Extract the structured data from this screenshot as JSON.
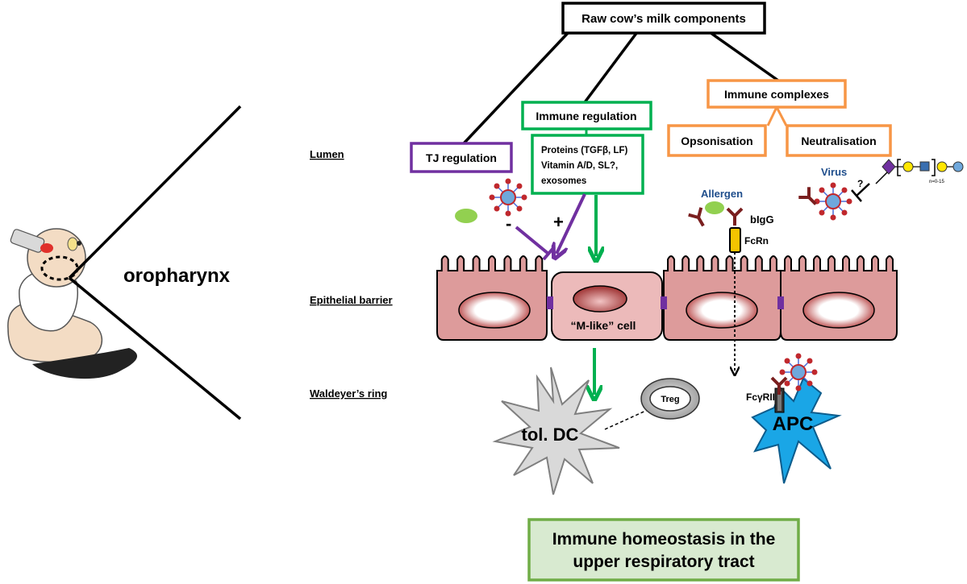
{
  "top_box": "Raw cow’s milk components",
  "immune_regulation": {
    "title": "Immune regulation",
    "details": [
      "Proteins (TGFβ, LF)",
      "Vitamin A/D, SL?,",
      "exosomes"
    ]
  },
  "tj_regulation": "TJ regulation",
  "immune_complexes": "Immune complexes",
  "opsonisation": "Opsonisation",
  "neutralisation": "Neutralisation",
  "layers": {
    "lumen": "Lumen",
    "epithelial": "Epithelial barrier",
    "waldeyer": "Waldeyer’s ring"
  },
  "oropharynx": "oropharynx",
  "allergen": "Allergen",
  "bigg": "bIgG",
  "fcrn": "FcRn",
  "virus": "Virus",
  "question": "?",
  "glycan_n": "n=0-15",
  "minus": "-",
  "plus": "+",
  "m_like_cell": "“M-like” cell",
  "tol_dc": "tol. DC",
  "treg": "Treg",
  "fcgrii": "FcγRII",
  "apc": "APC",
  "bottom_box": [
    "Immune homeostasis in the",
    "upper respiratory tract"
  ],
  "colors": {
    "purple": "#7030a0",
    "green": "#00b050",
    "orange": "#f79646",
    "cell_fill": "#dd9b9b",
    "apc_blue": "#1aa6e6",
    "bottom_fill": "#d8ead0"
  }
}
